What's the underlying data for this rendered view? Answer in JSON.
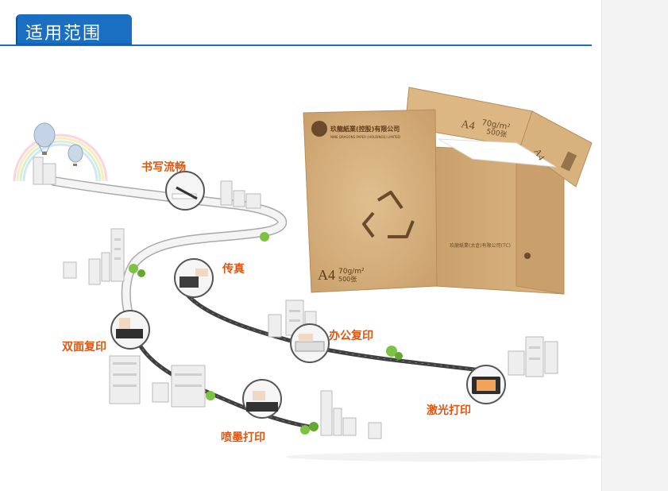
{
  "header": {
    "title": "适用范围"
  },
  "uses": {
    "writing": "书写流畅",
    "fax": "传真",
    "duplex": "双面复印",
    "office": "办公复印",
    "inkjet": "喷墨打印",
    "laser": "激光打印"
  },
  "box": {
    "brand": "玖龍紙業(控股)有限公司",
    "brand_en": "NINE DRAGONS PAPER (HOLDINGS) LIMITED",
    "size": "A4",
    "weight": "70g/m²",
    "count": "500张",
    "side_company": "玖龍紙業(太倉)有限公司(TC)"
  },
  "colors": {
    "accent": "#1a6fc2",
    "label": "#e2550f",
    "kraft": "#d2ab78",
    "road": "#3f3f3f"
  }
}
